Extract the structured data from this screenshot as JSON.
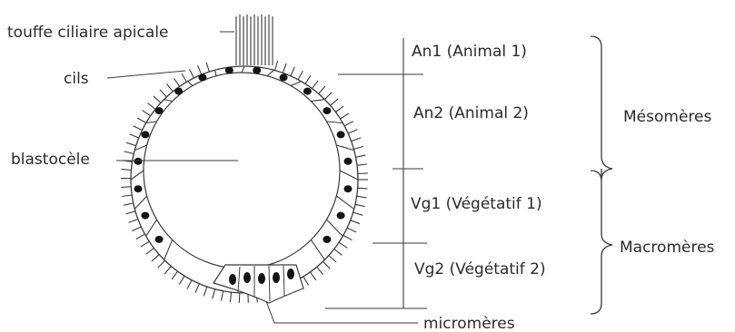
{
  "labels": {
    "tuft": "touffe ciliaire apicale",
    "cilia": "cils",
    "blastocoel": "blastocèle",
    "micromeres": "micromères"
  },
  "tiers": [
    {
      "label": "An1 (Animal 1)"
    },
    {
      "label": "An2 (Animal 2)"
    },
    {
      "label": "Vg1 (Végétatif 1)"
    },
    {
      "label": "Vg2 (Végétatif 2)"
    }
  ],
  "groups": {
    "mesomeres": "Mésomères",
    "macromeres": "Macromères"
  },
  "colors": {
    "line": "#3a3a3a",
    "nucleus": "#141414"
  }
}
